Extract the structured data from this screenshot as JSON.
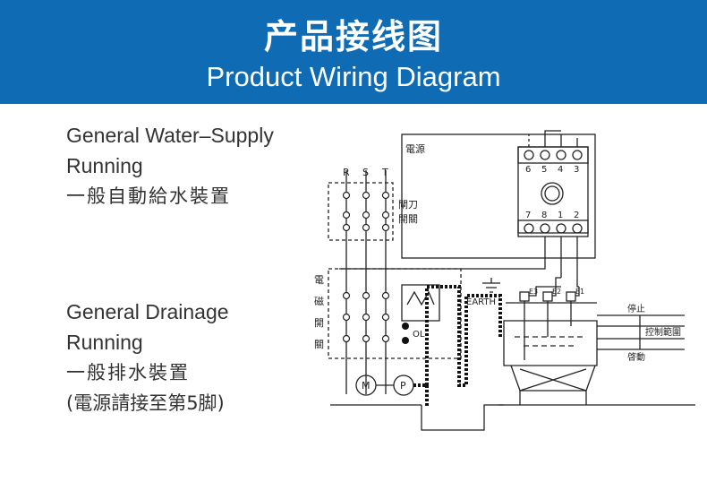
{
  "header": {
    "title_cn": "产品接线图",
    "title_en": "Product Wiring Diagram",
    "background": "#0f6cb4"
  },
  "water_supply": {
    "line1": "General Water–Supply",
    "line2": "Running",
    "line3": "一般自動給水裝置"
  },
  "drainage": {
    "line1": "General Drainage",
    "line2": "Running",
    "line3": "一般排水裝置",
    "line4": "(電源請接至第5脚)"
  },
  "diagram": {
    "power_label": "電源",
    "phase_r": "R",
    "phase_s": "S",
    "phase_t": "T",
    "knife_switch_1": "閘刀",
    "knife_switch_2": "開關",
    "contactor_1": "電",
    "contactor_2": "磁",
    "contactor_3": "開",
    "contactor_4": "關",
    "overload": "OL",
    "earth": "EARTH",
    "terminals_top": [
      "6",
      "5",
      "4",
      "3"
    ],
    "terminals_bottom": [
      "7",
      "8",
      "1",
      "2"
    ],
    "electrode_e3": "E3",
    "electrode_e2": "E2",
    "electrode_e1": "E1",
    "level_stop": "停止",
    "level_range": "控制範圍",
    "level_start": "啓動",
    "motor": "M",
    "pump": "P"
  }
}
